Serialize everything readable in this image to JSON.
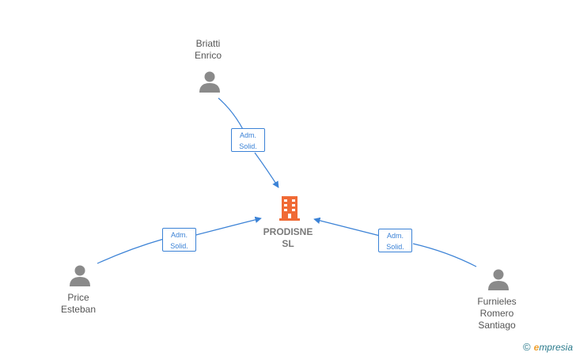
{
  "company": {
    "name_line1": "PRODISNE",
    "name_line2": "SL",
    "icon": "building-icon",
    "color": "#f06a35"
  },
  "people": [
    {
      "id": "briatti",
      "line1": "Briatti",
      "line2": "Enrico",
      "line3": ""
    },
    {
      "id": "price",
      "line1": "Price",
      "line2": "Esteban",
      "line3": ""
    },
    {
      "id": "furnieles",
      "line1": "Furnieles",
      "line2": "Romero",
      "line3": "Santiago"
    }
  ],
  "roles": [
    {
      "line1": "Adm.",
      "line2": "Solid."
    },
    {
      "line1": "Adm.",
      "line2": "Solid."
    },
    {
      "line1": "Adm.",
      "line2": "Solid."
    }
  ],
  "colors": {
    "edge": "#3b82d6",
    "person": "#8a8a8a"
  },
  "brand": {
    "copyright": "©",
    "name_first": "e",
    "name_rest": "mpresia"
  }
}
